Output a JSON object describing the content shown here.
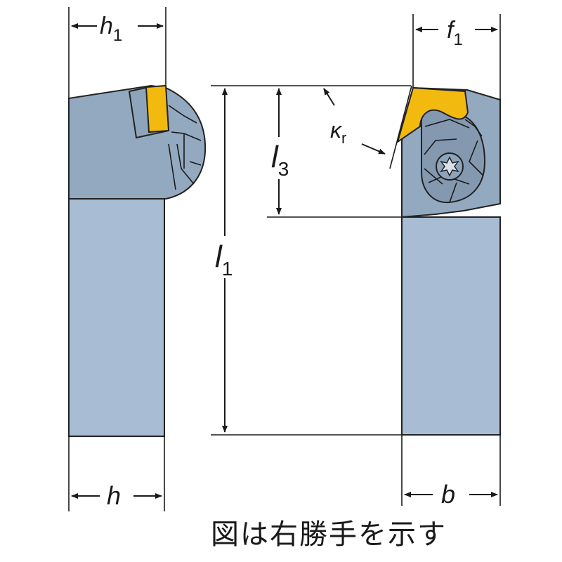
{
  "colors": {
    "body": "#a8bdd3",
    "head": "#93a9c0",
    "insert": "#f2b90f",
    "line": "#1a1a1a"
  },
  "dimensions": {
    "h1": {
      "main": "h",
      "sub": "1"
    },
    "f1": {
      "main": "f",
      "sub": "1"
    },
    "l1": {
      "main": "l",
      "sub": "1"
    },
    "l3": {
      "main": "l",
      "sub": "3"
    },
    "kr": {
      "main": "κ",
      "sub": "r"
    },
    "h": {
      "main": "h"
    },
    "b": {
      "main": "b"
    }
  },
  "caption": "図は右勝手を示す",
  "icons": [
    "torx-screw-icon",
    "arrow-head-icon"
  ]
}
